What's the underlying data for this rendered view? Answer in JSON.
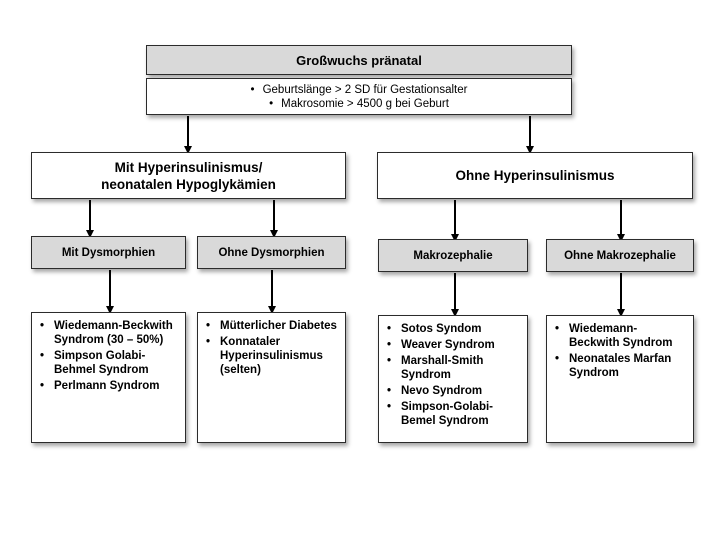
{
  "root": {
    "title": "Großwuchs pränatal",
    "criteria": [
      "Geburtslänge > 2 SD für Gestationsalter",
      "Makrosomie > 4500 g bei Geburt"
    ]
  },
  "left": {
    "title_line1": "Mit Hyperinsulinismus/",
    "title_line2": "neonatalen Hypoglykämien",
    "sub1": {
      "label": "Mit Dysmorphien",
      "items": [
        "Wiedemann-Beckwith Syndrom (30 – 50%)",
        "Simpson Golabi-Behmel Syndrom",
        "Perlmann Syndrom"
      ]
    },
    "sub2": {
      "label": "Ohne Dysmorphien",
      "items": [
        "Mütterlicher Diabetes",
        "Konnataler Hyperinsulinismus (selten)"
      ]
    }
  },
  "right": {
    "title": "Ohne Hyperinsulinismus",
    "sub1": {
      "label": "Makrozephalie",
      "items": [
        "Sotos Syndom",
        "Weaver Syndrom",
        "Marshall-Smith Syndrom",
        "Nevo Syndrom",
        "Simpson-Golabi-Bemel Syndrom"
      ]
    },
    "sub2": {
      "label": "Ohne Makrozephalie",
      "items": [
        "Wiedemann-Beckwith Syndrom",
        "Neonatales Marfan Syndrom"
      ]
    }
  }
}
